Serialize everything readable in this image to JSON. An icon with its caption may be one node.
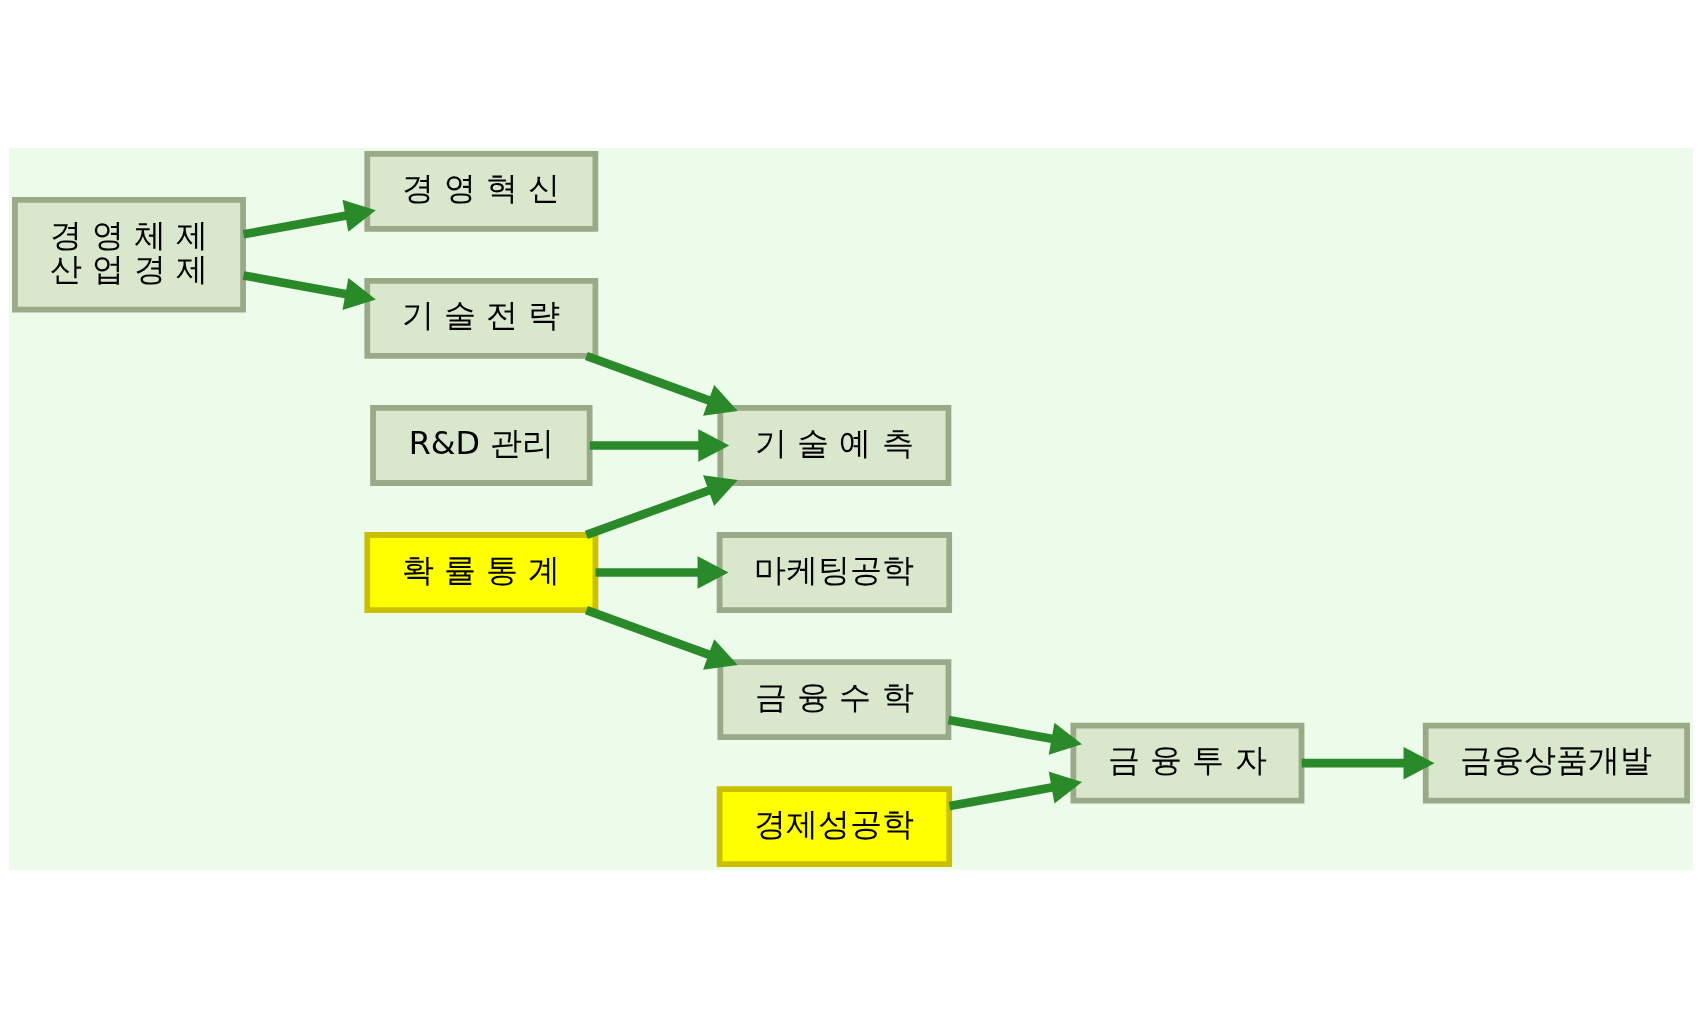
{
  "diagram": {
    "nodes": [
      {
        "text": [
          "경 영 체 제",
          "산 업 경 제"
        ]
      },
      {
        "text": [
          "경 영 혁 신"
        ]
      },
      {
        "text": [
          "기 술 전 략"
        ]
      },
      {
        "text": [
          "기 술 예 측"
        ]
      },
      {
        "text": [
          "R&D 관리"
        ]
      },
      {
        "text": [
          "확 률 통 계"
        ]
      },
      {
        "text": [
          "마케팅공학"
        ]
      },
      {
        "text": [
          "금 융 수 학"
        ]
      },
      {
        "text": [
          "금 융 투 자"
        ]
      },
      {
        "text": [
          "금융상품개발"
        ]
      },
      {
        "text": [
          "경제성공학"
        ]
      }
    ],
    "edges": [
      {
        "from": 0,
        "to": 1,
        "arrow": "to"
      },
      {
        "from": 0,
        "to": 2,
        "arrow": "to"
      },
      {
        "from": 2,
        "to": 3,
        "arrow": "to"
      },
      {
        "from": 4,
        "to": 3,
        "arrow": "to"
      },
      {
        "from": 5,
        "to": 3,
        "arrow": "to"
      },
      {
        "from": 5,
        "to": 6,
        "arrow": "to"
      },
      {
        "from": 5,
        "to": 7,
        "arrow": "to"
      },
      {
        "from": 7,
        "to": 8,
        "arrow": "to"
      },
      {
        "from": 10,
        "to": 8,
        "arrow": "to"
      },
      {
        "from": 8,
        "to": 9,
        "arrow": "to"
      }
    ]
  }
}
